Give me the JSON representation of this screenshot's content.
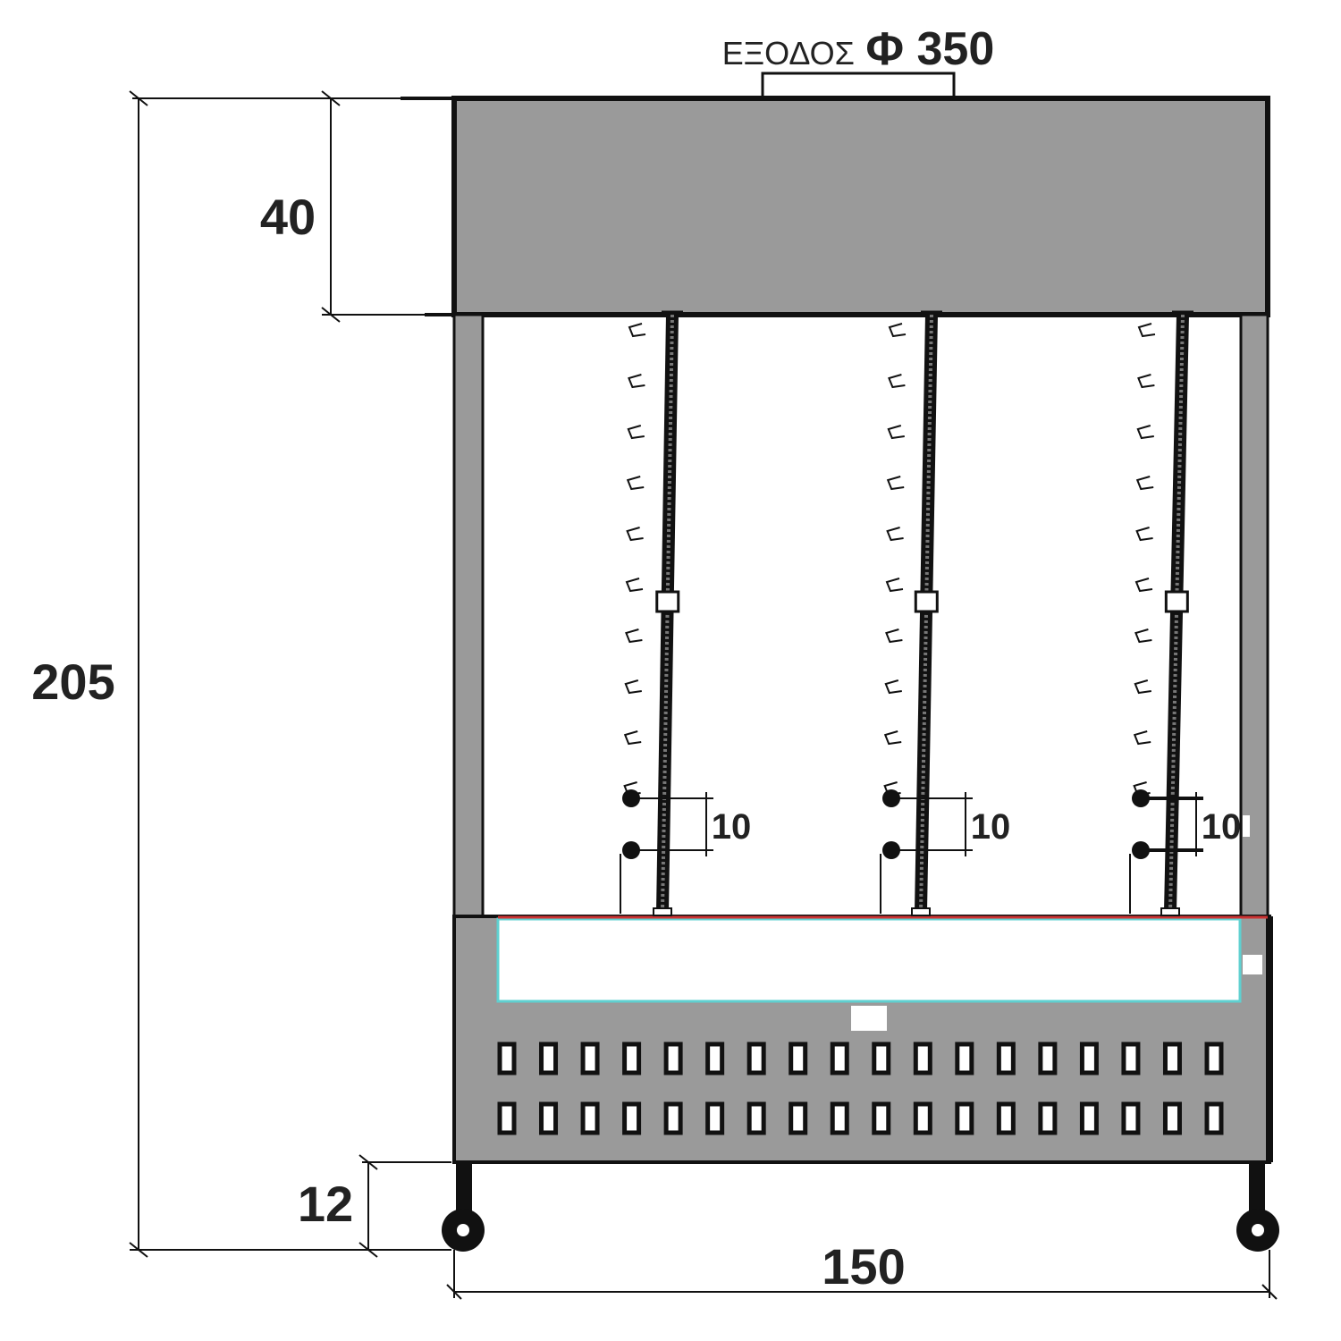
{
  "exit_label": {
    "word": "ΕΞΟΔΟΣ",
    "value": "Φ 350"
  },
  "dimensions": {
    "total_height": "205",
    "hood_height": "40",
    "foot_height": "12",
    "total_width": "150",
    "rack_spacing": [
      "10",
      "10",
      "10"
    ]
  },
  "racks": {
    "count": 3,
    "notches_per_rack": 10
  },
  "vent_grille": {
    "rows": 2,
    "slots_per_row": 18
  },
  "colors": {
    "body": "#9a9a9a",
    "outline": "#111111",
    "background": "#ffffff",
    "red_line": "#cc3333",
    "cyan_line": "#5fd0d0"
  }
}
